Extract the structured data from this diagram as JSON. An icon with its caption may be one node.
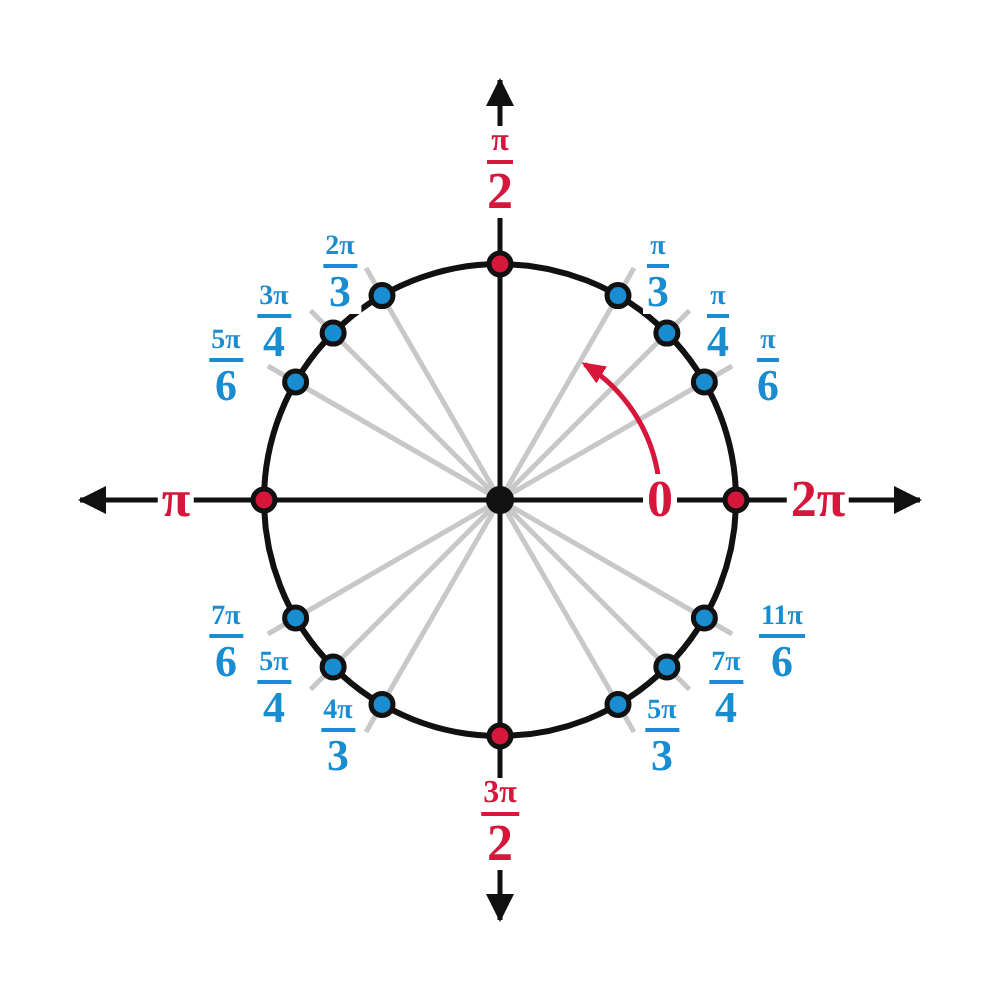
{
  "diagram": {
    "labels": [
      "π",
      "2",
      "2π",
      "3",
      "π",
      "3",
      "3π",
      "4",
      "π",
      "4",
      "5π",
      "6",
      "π",
      "6",
      "π",
      "0",
      "2π",
      "7π",
      "6",
      "11π",
      "6",
      "5π",
      "4",
      "7π",
      "4",
      "4π",
      "3",
      "5π",
      "3",
      "3π",
      "2"
    ]
  }
}
